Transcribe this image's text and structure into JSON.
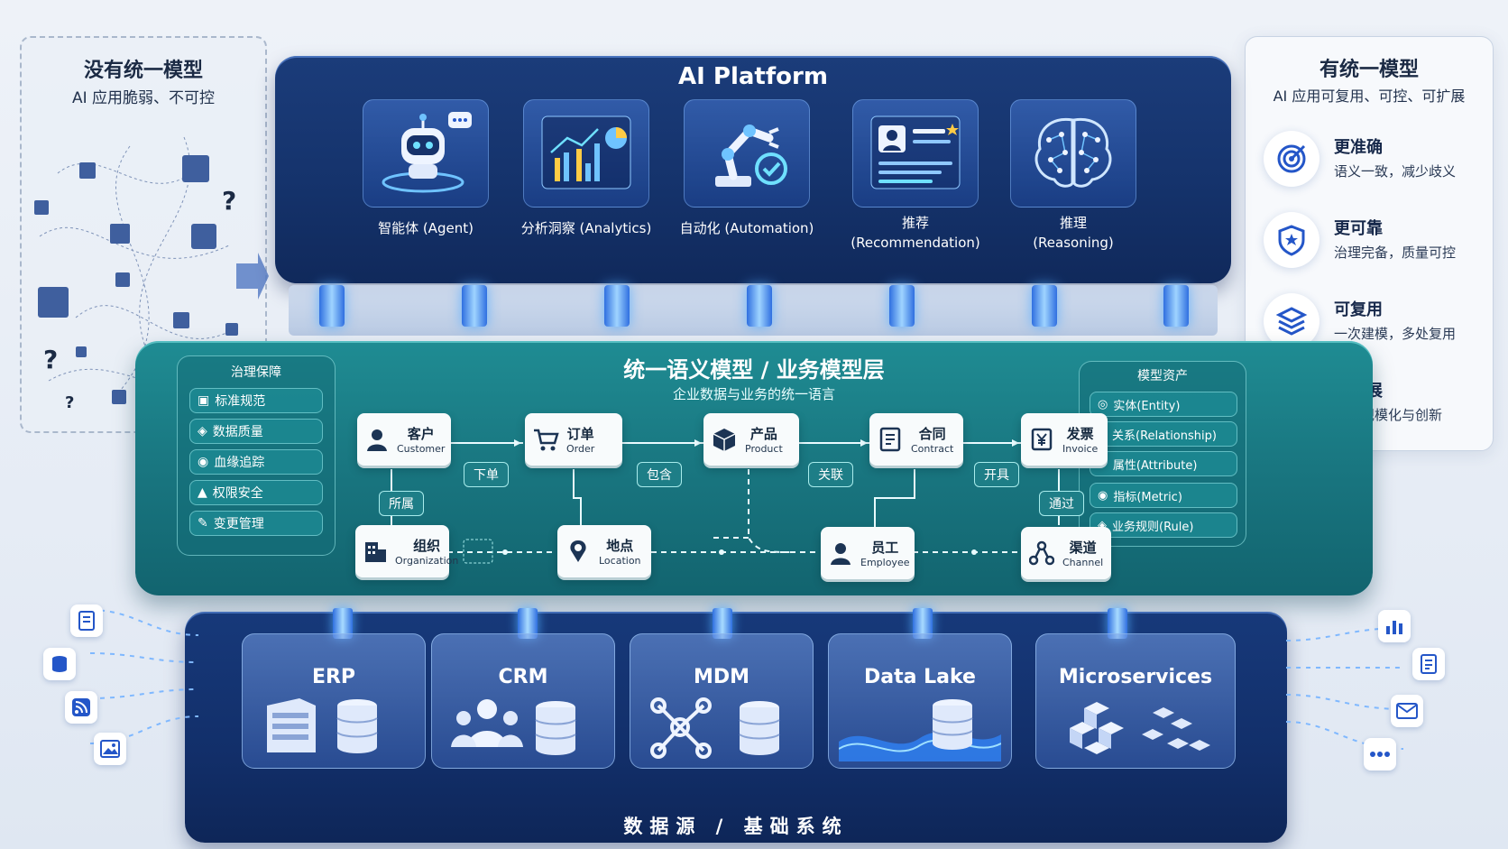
{
  "left_panel": {
    "title": "没有统一模型",
    "subtitle": "AI 应用脆弱、不可控"
  },
  "right_panel": {
    "title": "有统一模型",
    "subtitle": "AI 应用可复用、可控、可扩展",
    "benefits": [
      {
        "title": "更准确",
        "desc": "语义一致，减少歧义",
        "icon": "target-icon"
      },
      {
        "title": "更可靠",
        "desc": "治理完备，质量可控",
        "icon": "shield-icon"
      },
      {
        "title": "可复用",
        "desc": "一次建模，多处复用",
        "icon": "layers-icon"
      },
      {
        "title": "易扩展",
        "desc": "支撑规模化与创新",
        "icon": "growth-chart-icon"
      }
    ]
  },
  "ai_platform": {
    "title": "AI Platform",
    "capabilities": [
      {
        "label": "智能体 (Agent)",
        "icon": "robot-icon"
      },
      {
        "label": "分析洞察 (Analytics)",
        "icon": "analytics-chart-icon"
      },
      {
        "label": "自动化 (Automation)",
        "icon": "robot-arm-icon"
      },
      {
        "label": "推荐\n(Recommendation)",
        "icon": "profile-card-icon"
      },
      {
        "label": "推理\n(Reasoning)",
        "icon": "brain-icon"
      }
    ]
  },
  "semantic_layer": {
    "title": "统一语义模型 / 业务模型层",
    "subtitle": "企业数据与业务的统一语言",
    "governance": {
      "title": "治理保障",
      "items": [
        "标准规范",
        "数据质量",
        "血缘追踪",
        "权限安全",
        "变更管理"
      ]
    },
    "assets": {
      "title": "模型资产",
      "items": [
        "实体(Entity)",
        "关系(Relationship)",
        "属性(Attribute)",
        "指标(Metric)",
        "业务规则(Rule)"
      ]
    },
    "entities": {
      "customer": {
        "cn": "客户",
        "en": "Customer"
      },
      "order": {
        "cn": "订单",
        "en": "Order"
      },
      "product": {
        "cn": "产品",
        "en": "Product"
      },
      "contract": {
        "cn": "合同",
        "en": "Contract"
      },
      "invoice": {
        "cn": "发票",
        "en": "Invoice"
      },
      "organization": {
        "cn": "组织",
        "en": "Organization"
      },
      "location": {
        "cn": "地点",
        "en": "Location"
      },
      "employee": {
        "cn": "员工",
        "en": "Employee"
      },
      "channel": {
        "cn": "渠道",
        "en": "Channel"
      }
    },
    "relations": {
      "place_order": "下单",
      "contains": "包含",
      "associates": "关联",
      "issues": "开具",
      "belongs_to": "所属",
      "via": "通过"
    }
  },
  "data_sources": {
    "title": "数据源 / 基础系统",
    "systems": [
      "ERP",
      "CRM",
      "MDM",
      "Data Lake",
      "Microservices"
    ]
  },
  "colors": {
    "ai_platform": "#15336c",
    "semantic_layer": "#197680",
    "data_layer": "#122f6a",
    "glow": "#6fc3ff"
  }
}
